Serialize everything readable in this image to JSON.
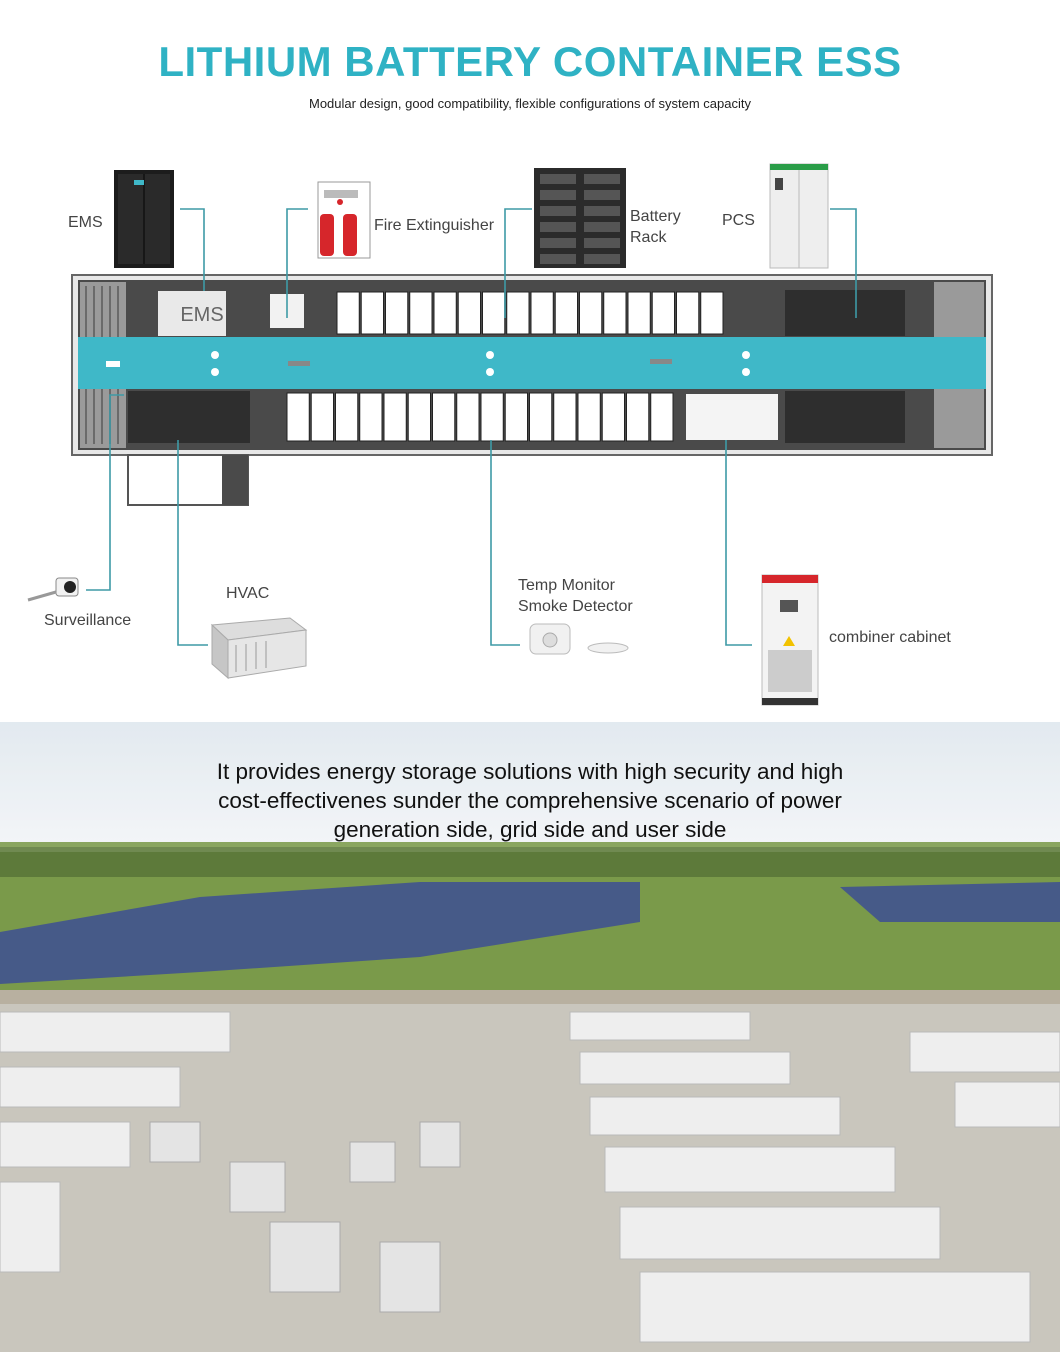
{
  "header": {
    "title": "LITHIUM BATTERY CONTAINER ESS",
    "subtitle": "Modular design, good compatibility, flexible configurations of system capacity"
  },
  "components": {
    "ems": "EMS",
    "ems_panel": "EMS",
    "fire": "Fire Extinguisher",
    "battery_line1": "Battery",
    "battery_line2": "Rack",
    "pcs": "PCS",
    "surveillance": "Surveillance",
    "hvac": "HVAC",
    "temp_line1": "Temp Monitor",
    "temp_line2": "Smoke Detector",
    "combiner": "combiner cabinet"
  },
  "caption": {
    "line1": "It provides energy storage solutions with high security and high",
    "line2": "cost-effectivenes sunder the comprehensive scenario of power",
    "line3": "generation side, grid side and user side"
  },
  "colors": {
    "accent": "#2fb2c4",
    "connector": "#3e9aa6",
    "container_band": "#3fb8c8",
    "container_dark": "#3a3a3a"
  }
}
